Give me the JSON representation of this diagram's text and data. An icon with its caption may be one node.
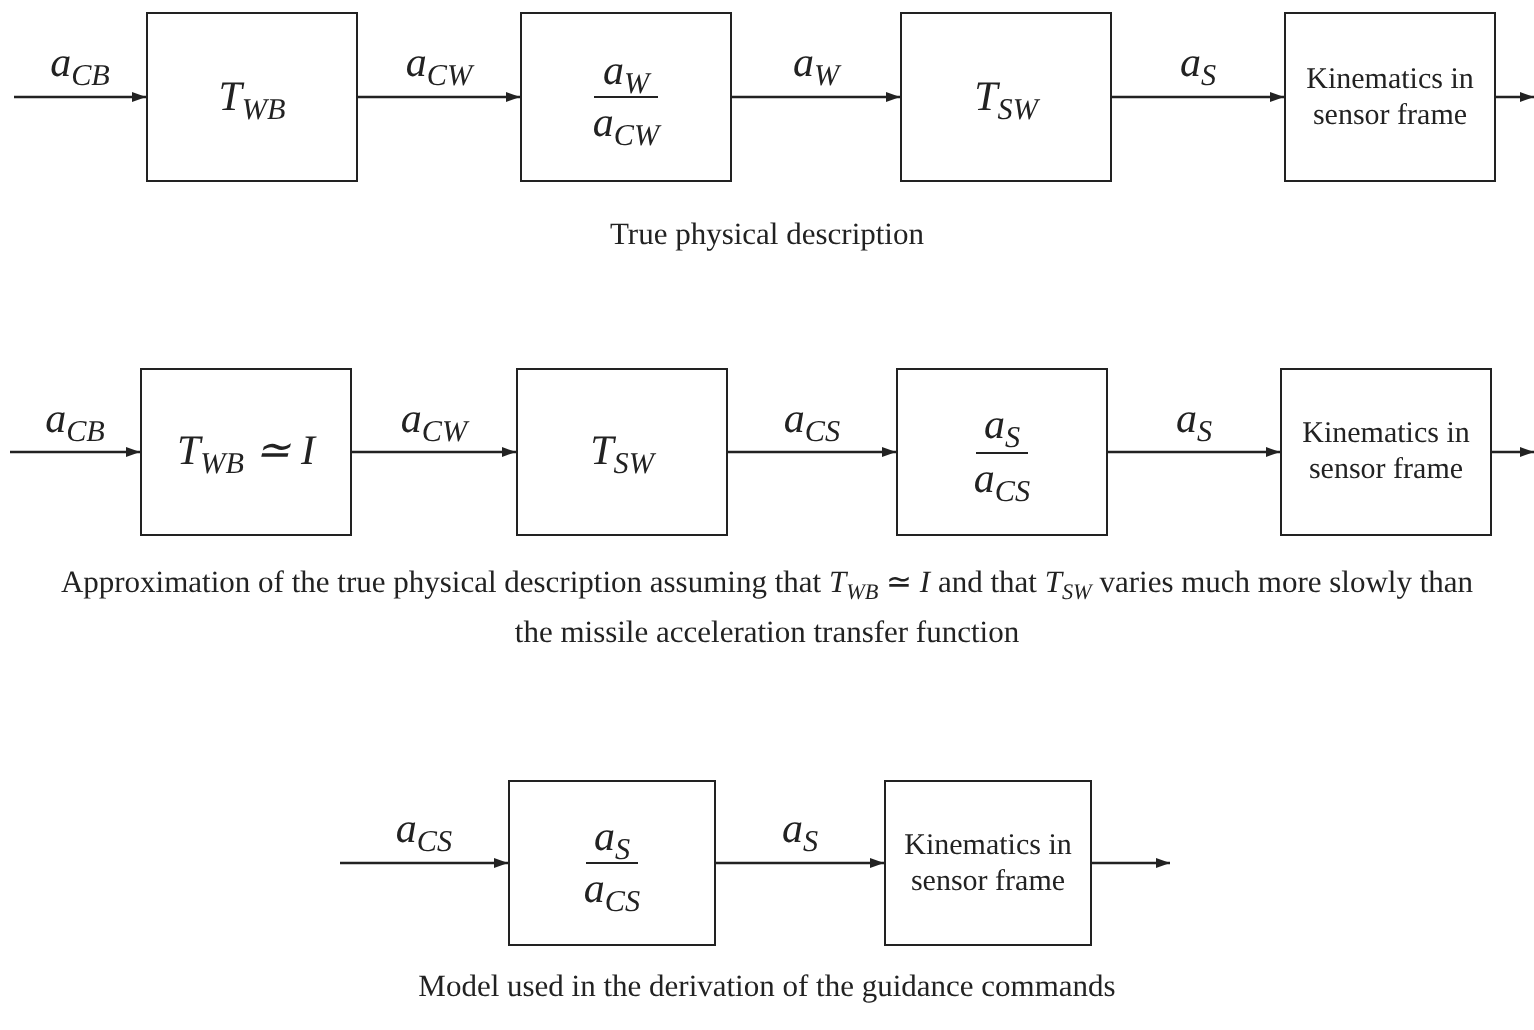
{
  "diagram": {
    "nodes": [
      {
        "text": [
          "T$_{WB}$"
        ]
      },
      {
        "text": [
          "a$_{W}$",
          "a$_{CW}$"
        ]
      },
      {
        "text": [
          "T$_{SW}$"
        ]
      },
      {
        "text": [
          "Kinematics in sensor frame"
        ]
      },
      {
        "text": [
          "T$_{WB}$ ≃ I"
        ]
      },
      {
        "text": [
          "T$_{SW}$"
        ]
      },
      {
        "text": [
          "a$_{S}$",
          "a$_{CS}$"
        ]
      },
      {
        "text": [
          "Kinematics in sensor frame"
        ]
      },
      {
        "text": [
          "a$_{S}$",
          "a$_{CS}$"
        ]
      },
      {
        "text": [
          "Kinematics in sensor frame"
        ]
      }
    ],
    "edges": [
      {
        "from": null,
        "to": 0,
        "arrow": "to",
        "label": "a$_{CB}$"
      },
      {
        "from": 0,
        "to": 1,
        "arrow": "to",
        "label": "a$_{CW}$"
      },
      {
        "from": 1,
        "to": 2,
        "arrow": "to",
        "label": "a$_{W}$"
      },
      {
        "from": 2,
        "to": 3,
        "arrow": "to",
        "label": "a$_{S}$"
      },
      {
        "from": 3,
        "to": null,
        "arrow": "to"
      },
      {
        "from": null,
        "to": 4,
        "arrow": "to",
        "label": "a$_{CB}$"
      },
      {
        "from": 4,
        "to": 5,
        "arrow": "to",
        "label": "a$_{CW}$"
      },
      {
        "from": 5,
        "to": 6,
        "arrow": "to",
        "label": "a$_{CS}$"
      },
      {
        "from": 6,
        "to": 7,
        "arrow": "to",
        "label": "a$_{S}$"
      },
      {
        "from": 7,
        "to": null,
        "arrow": "to"
      },
      {
        "from": null,
        "to": 8,
        "arrow": "to",
        "label": "a$_{CS}$"
      },
      {
        "from": 8,
        "to": 9,
        "arrow": "to",
        "label": "a$_{S}$"
      },
      {
        "from": 9,
        "to": null,
        "arrow": "to"
      }
    ],
    "labels": [
      "True physical description",
      "Approximation of the true physical description assuming that *T*$_{WB}$ ≃ *I* and that *T*$_{SW}$ varies much more slowly than the missile acceleration transfer function",
      "Model used in the derivation of the guidance commands"
    ]
  }
}
